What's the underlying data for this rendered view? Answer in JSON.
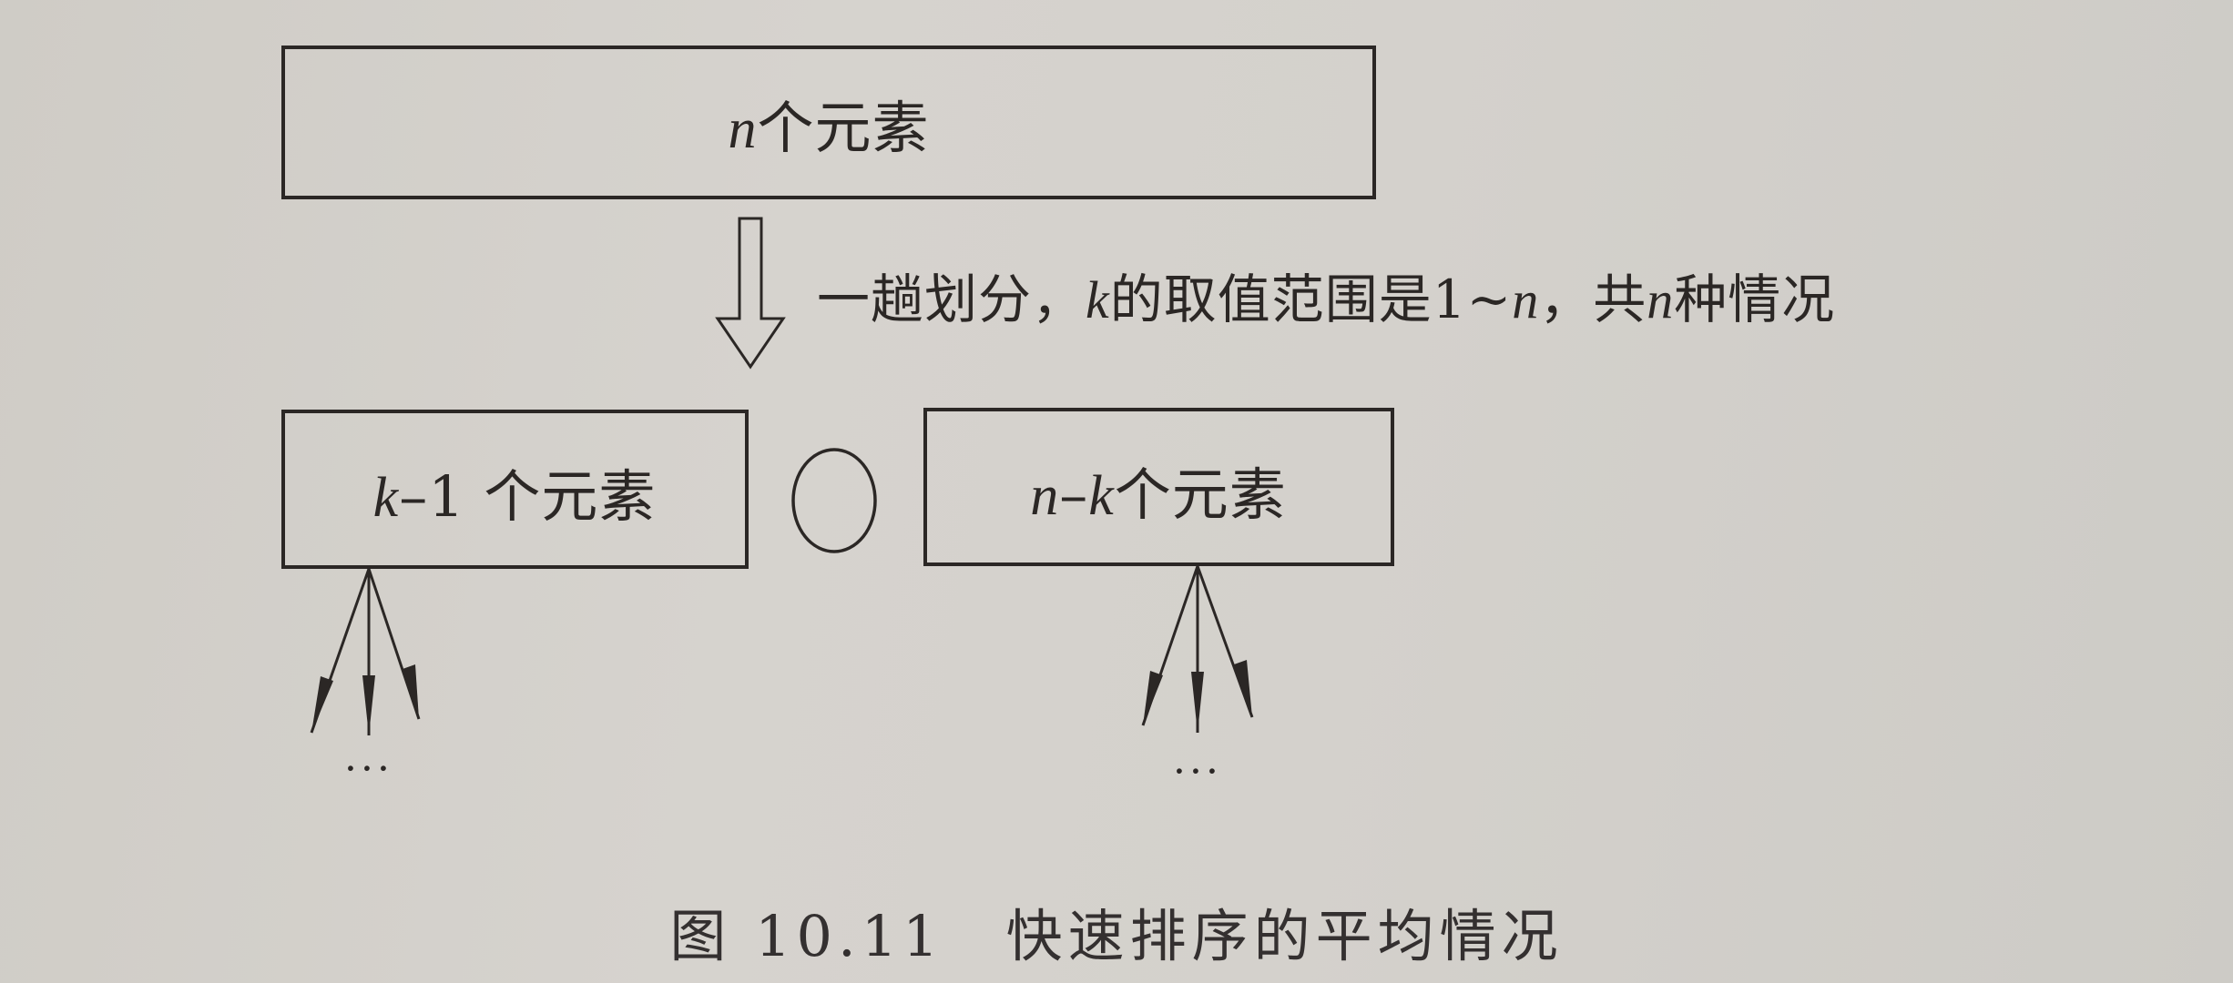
{
  "diagram": {
    "top_box": {
      "var": "n",
      "label": "个元素"
    },
    "partition_note": {
      "part1": "一趟划分，",
      "k": "k",
      "part2": "的取值范围是1~",
      "n1": "n",
      "part3": "，共",
      "n2": "n",
      "part4": "种情况"
    },
    "left_box": {
      "var": "k",
      "rest": "–1 个元素"
    },
    "pivot": {
      "shape": "circle"
    },
    "right_box": {
      "var_n": "n",
      "dash": "–",
      "var_k": "k",
      "rest": "个元素"
    },
    "left_ellipsis": "···",
    "right_ellipsis": "···",
    "caption": "图 10.11　快速排序的平均情况",
    "colors": {
      "ink": "#2b2725",
      "paper": "#d3d0cb"
    }
  }
}
